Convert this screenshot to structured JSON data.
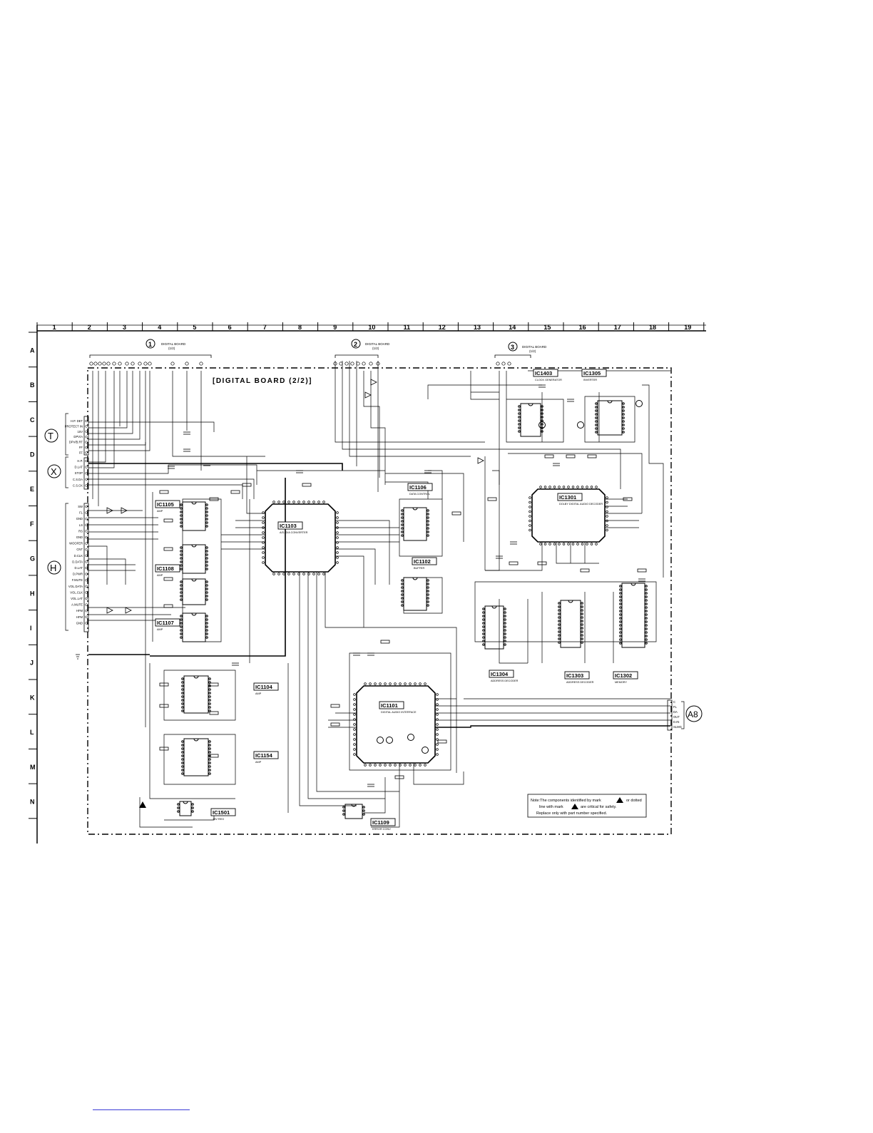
{
  "board_title": "[DIGITAL BOARD (2/2)]",
  "columns": [
    "1",
    "2",
    "3",
    "4",
    "5",
    "6",
    "7",
    "8",
    "9",
    "10",
    "11",
    "12",
    "13",
    "14",
    "15",
    "16",
    "17",
    "18",
    "19"
  ],
  "rows": [
    "A",
    "B",
    "C",
    "D",
    "E",
    "F",
    "G",
    "H",
    "I",
    "J",
    "K",
    "L",
    "M",
    "N"
  ],
  "connectors": {
    "top": [
      {
        "id": "1",
        "label": "DIGITAL BOARD",
        "sub": "(1/2)"
      },
      {
        "id": "2",
        "label": "DIGITAL BOARD",
        "sub": "(1/2)"
      },
      {
        "id": "3",
        "label": "DIGITAL BOARD",
        "sub": "(1/2)"
      }
    ],
    "side": [
      {
        "id": "T"
      },
      {
        "id": "X"
      },
      {
        "id": "H"
      },
      {
        "id": "A8"
      }
    ]
  },
  "ics": [
    {
      "ref": "IC1103",
      "desc": "A/D, D/A CONVERTER"
    },
    {
      "ref": "IC1101",
      "desc": "DIGITAL AUDIO INTERFACE"
    },
    {
      "ref": "IC1301",
      "desc": "DOLBY DIGITAL AUDIO DECODER"
    },
    {
      "ref": "IC1106",
      "desc": "DATA CONTROL"
    },
    {
      "ref": "IC1102",
      "desc": "BUFFER"
    },
    {
      "ref": "IC1105",
      "desc": "AMP"
    },
    {
      "ref": "IC1108",
      "desc": "AMP"
    },
    {
      "ref": "IC1107",
      "desc": "AMP"
    },
    {
      "ref": "IC1104",
      "desc": "AMP"
    },
    {
      "ref": "IC1154",
      "desc": "AMP"
    },
    {
      "ref": "IC1501",
      "desc": "+5V REG"
    },
    {
      "ref": "IC1109",
      "desc": "ERROR CONV"
    },
    {
      "ref": "IC1403",
      "desc": "CLOCK GENERATOR"
    },
    {
      "ref": "IC1305",
      "desc": "INVERTER"
    },
    {
      "ref": "IC1304",
      "desc": "ADDRESS DECODER"
    },
    {
      "ref": "IC1303",
      "desc": "ADDRESS DECODER"
    },
    {
      "ref": "IC1302",
      "desc": "MEMORY"
    }
  ],
  "left_labels_t": [
    "H.P. DET",
    "PROTECT IN",
    "15V",
    "DPV/A",
    "DPV/B.RT",
    "FF",
    "FF"
  ],
  "left_labels_x": [
    "H.P.",
    "D.LAT",
    "STOP",
    "C.S.DA",
    "C.S.CK"
  ],
  "left_labels_h": [
    "SW",
    "FL",
    "GND",
    "LS",
    "RS",
    "GND",
    "WOOFER",
    "CNT",
    "D.CLK",
    "D.DATA",
    "D.LAT",
    "D.PWR",
    "F.MUTE",
    "VOL.DATA",
    "VOL.CLK",
    "VOL.LAT",
    "A.MUTE",
    "HFM",
    "HFM",
    "GND"
  ],
  "right_labels_a8": [
    "C",
    "FL",
    "DA",
    "OUT",
    "D.IN",
    "SLMG"
  ],
  "note": {
    "line1": "Note:The components identified by mark",
    "line2": "line with mark",
    "line3": "Replace only with part number specified.",
    "mid1": "or dotted",
    "mid2": "are critical for safety."
  }
}
